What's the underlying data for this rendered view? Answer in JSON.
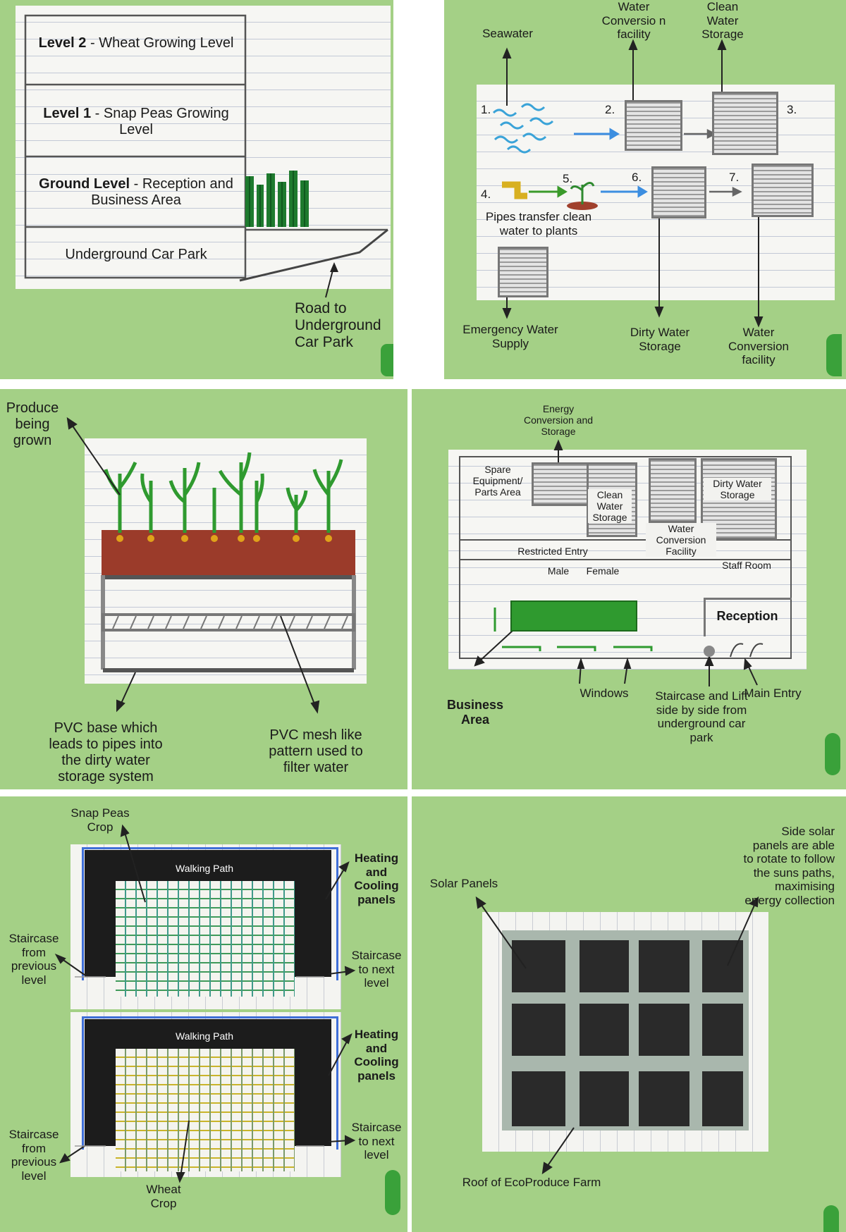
{
  "panel1": {
    "level2_bold": "Level 2",
    "level2_rest": " - Wheat Growing Level",
    "level1_bold": "Level 1",
    "level1_rest": " - Snap Peas Growing Level",
    "ground_bold": "Ground Level",
    "ground_rest": " - Reception and Business Area",
    "underground": "Underground Car Park",
    "road_label": "Road to Underground Car Park"
  },
  "panel2": {
    "seawater": "Seawater",
    "water_conversion_top": "Water Conversio n facility",
    "clean_water_storage": "Clean Water Storage",
    "n1": "1.",
    "n2": "2.",
    "n3": "3.",
    "n4": "4.",
    "n5": "5.",
    "n6": "6.",
    "n7": "7.",
    "pipes": "Pipes transfer clean water to plants",
    "emergency": "Emergency Water Supply",
    "dirty_water": "Dirty Water Storage",
    "water_conversion_bottom": "Water Conversion facility"
  },
  "panel3": {
    "produce": "Produce being grown",
    "pvc_base": "PVC base which leads to pipes into the dirty water storage system",
    "pvc_mesh": "PVC mesh like pattern used to filter water"
  },
  "panel4": {
    "energy": "Energy Conversion and Storage",
    "spare": "Spare Equipment/ Parts Area",
    "clean_storage": "Clean Water Storage",
    "water_conv": "Water Conversion Facility",
    "dirty_storage": "Dirty Water Storage",
    "restricted": "Restricted Entry",
    "male": "Male",
    "female": "Female",
    "staff": "Staff Room",
    "reception": "Reception",
    "business": "Business Area",
    "windows": "Windows",
    "staircase": "Staircase and Lift side by side from underground car park",
    "main_entry": "Main Entry"
  },
  "panel5": {
    "snap_peas": "Snap Peas Crop",
    "walking_path_top": "Walking Path",
    "walking_path_bottom": "Walking Path",
    "heating_top": "Heating and Cooling panels",
    "heating_bottom": "Heating and Cooling panels",
    "stair_prev_top": "Staircase from previous level",
    "stair_next_top": "Staircase to next level",
    "stair_prev_bottom": "Staircase from previous level",
    "stair_next_bottom": "Staircase to next level",
    "wheat": "Wheat Crop"
  },
  "panel6": {
    "solar": "Solar Panels",
    "side_solar": "Side solar panels are able to rotate to follow the suns paths, maximising energy collection",
    "roof": "Roof of EcoProduce Farm"
  },
  "colors": {
    "panel_bg": "#a4d086",
    "marker_green": "#2f9a2f",
    "soil": "#9b3b2a",
    "wall_black": "#1c1c1c",
    "blue_border": "#3f6fd8"
  }
}
